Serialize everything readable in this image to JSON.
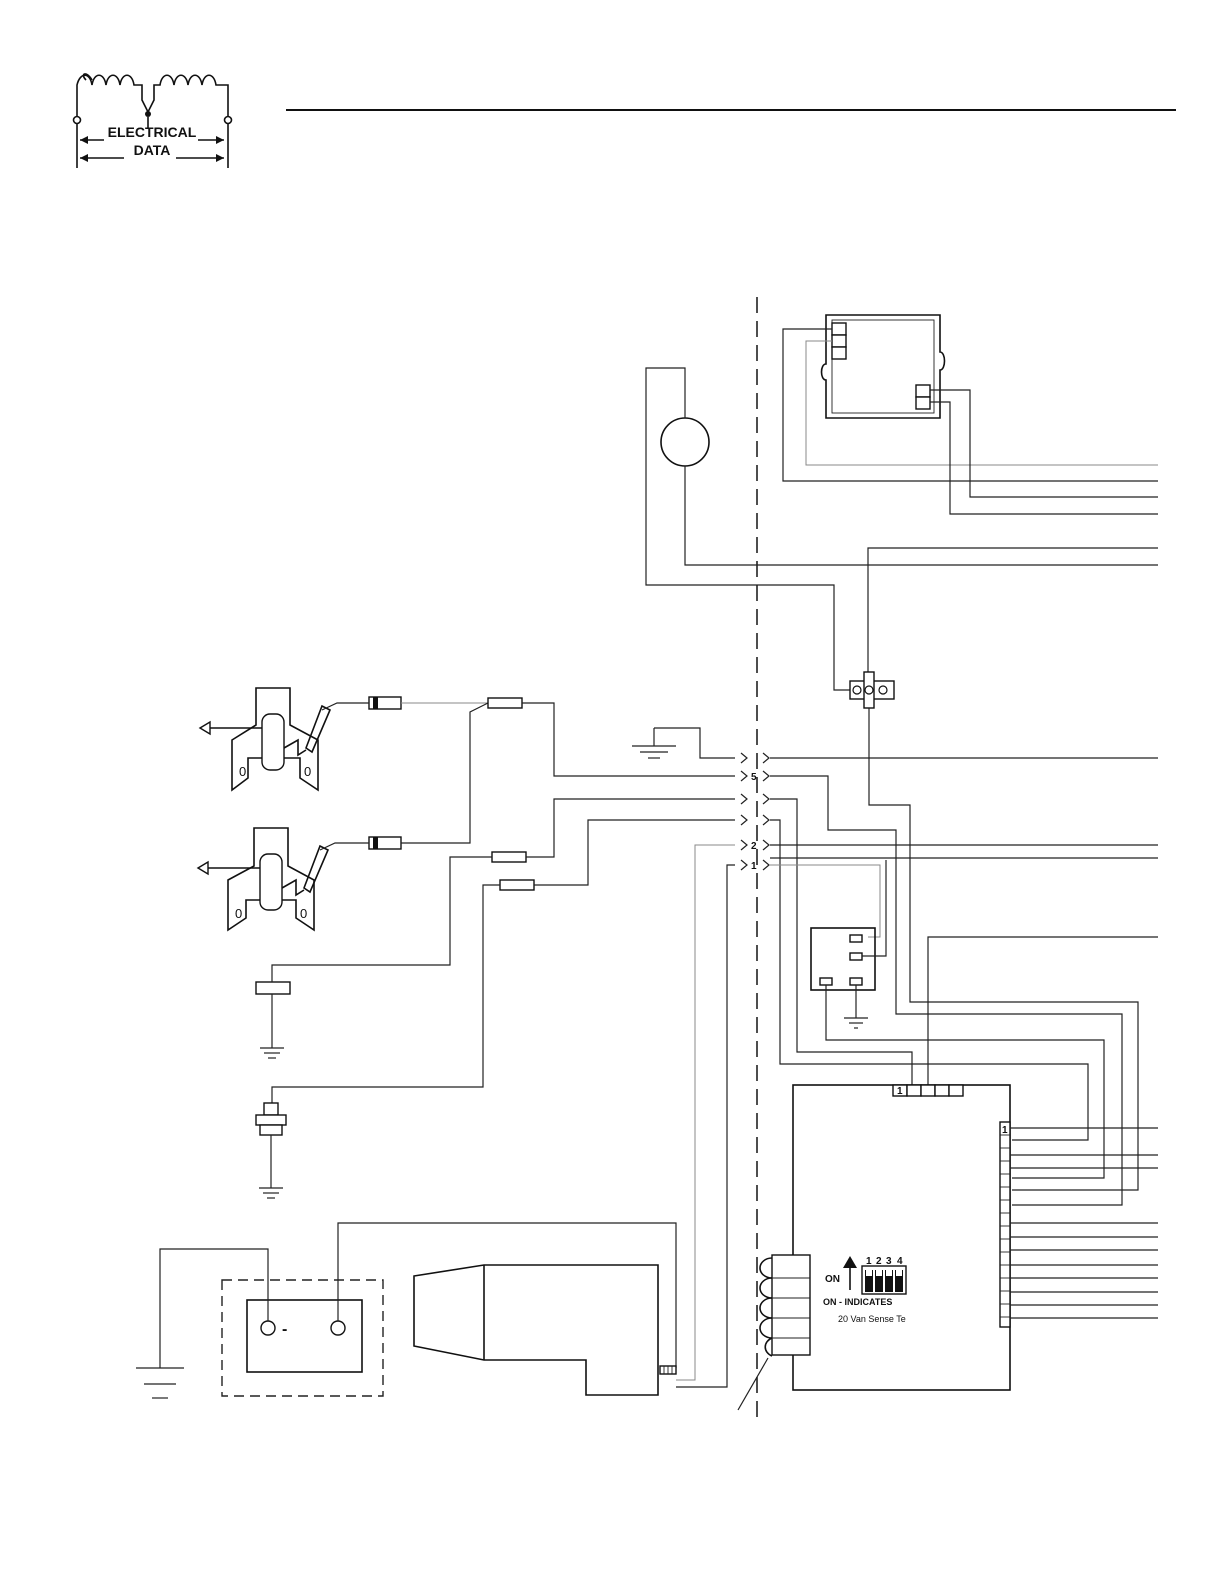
{
  "logo": {
    "line1": "ELECTRICAL",
    "line2": "DATA"
  },
  "connector": {
    "pin_5": "5",
    "pin_2": "2",
    "pin_1": "1"
  },
  "control_board": {
    "top_header_pin": "1",
    "side_header_pin": "1",
    "on_label": "ON",
    "dip_numbers": [
      "1",
      "2",
      "3",
      "4"
    ],
    "on_indicates": "ON - INDICATES",
    "cut_text": "20 Van Sense Te"
  },
  "battery": {
    "minus": "-"
  }
}
